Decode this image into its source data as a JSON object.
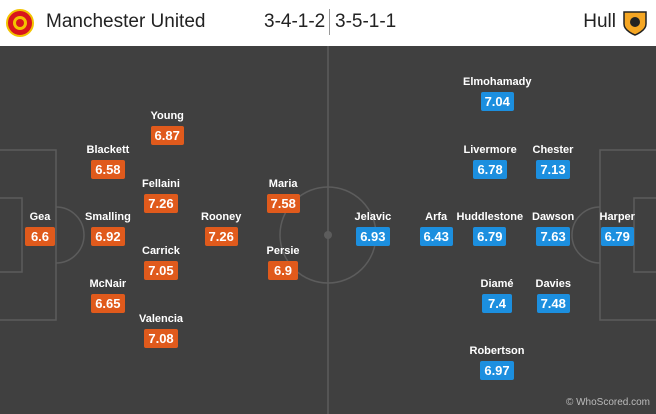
{
  "header": {
    "home_team": "Manchester United",
    "away_team": "Hull",
    "home_formation": "3-4-1-2",
    "away_formation": "3-5-1-1"
  },
  "colors": {
    "home_rating": "#e05a1c",
    "away_rating": "#1c8fdf",
    "pitch": "#404040"
  },
  "home_players": [
    {
      "name": "Gea",
      "rating": "6.6"
    },
    {
      "name": "Blackett",
      "rating": "6.58"
    },
    {
      "name": "Smalling",
      "rating": "6.92"
    },
    {
      "name": "McNair",
      "rating": "6.65"
    },
    {
      "name": "Young",
      "rating": "6.87"
    },
    {
      "name": "Fellaini",
      "rating": "7.26"
    },
    {
      "name": "Carrick",
      "rating": "7.05"
    },
    {
      "name": "Valencia",
      "rating": "7.08"
    },
    {
      "name": "Rooney",
      "rating": "7.26"
    },
    {
      "name": "Maria",
      "rating": "7.58"
    },
    {
      "name": "Persie",
      "rating": "6.9"
    }
  ],
  "away_players": [
    {
      "name": "Harper",
      "rating": "6.79"
    },
    {
      "name": "Chester",
      "rating": "7.13"
    },
    {
      "name": "Dawson",
      "rating": "7.63"
    },
    {
      "name": "Davies",
      "rating": "7.48"
    },
    {
      "name": "Elmohamady",
      "rating": "7.04"
    },
    {
      "name": "Livermore",
      "rating": "6.78"
    },
    {
      "name": "Huddlestone",
      "rating": "6.79"
    },
    {
      "name": "Diamé",
      "rating": "7.4"
    },
    {
      "name": "Robertson",
      "rating": "6.97"
    },
    {
      "name": "Arfa",
      "rating": "6.43"
    },
    {
      "name": "Jelavic",
      "rating": "6.93"
    }
  ],
  "watermark": "© WhoScored.com"
}
